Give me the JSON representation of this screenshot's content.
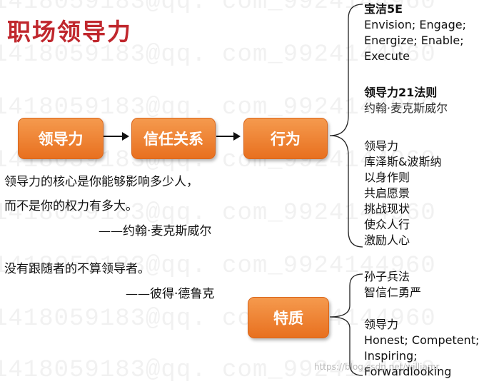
{
  "title": "职场领导力",
  "flow": {
    "box1": "领导力",
    "box2": "信任关系",
    "box3": "行为",
    "box4": "特质"
  },
  "quotes": {
    "q1_line1": "领导力的核心是你能够影响多少人，",
    "q1_line2": "而不是你的权力有多大。",
    "q1_author": "——约翰·麦克斯威尔",
    "q2_line1": "没有跟随者的不算领导者。",
    "q2_author": "——彼得·德鲁克"
  },
  "behavior_notes": {
    "g1": [
      "宝洁5E",
      "Envision; Engage;",
      "Energize; Enable;",
      "Execute"
    ],
    "g2": [
      "领导力21法则",
      "约翰·麦克斯威尔"
    ],
    "g3": [
      "领导力",
      "库泽斯&波斯纳",
      "以身作则",
      "共启愿景",
      "挑战现状",
      "使众人行",
      "激励人心"
    ]
  },
  "trait_notes": {
    "g1": [
      "孙子兵法",
      "智信仁勇严"
    ],
    "g2": [
      "领导力",
      "Honest; Competent;",
      "Inspiring;",
      "Forwardlooking"
    ]
  },
  "watermark": {
    "text": "1418059183@qq. com_9924144960",
    "credit": "https://blog.csdn.net/williamr"
  },
  "colors": {
    "title": "#c0272d",
    "box": "#ee7f2d"
  }
}
